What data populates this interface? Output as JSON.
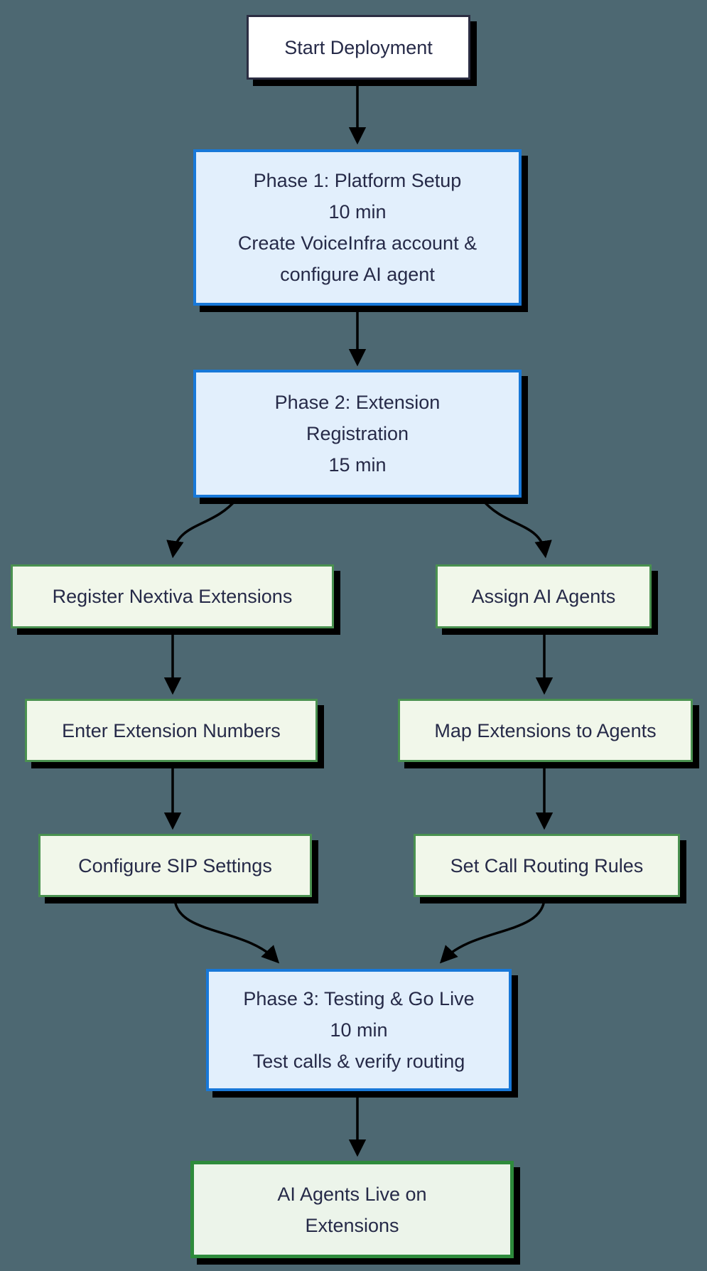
{
  "diagram": {
    "type": "flowchart",
    "direction": "top-down",
    "nodes": {
      "start": {
        "kind": "start",
        "label": "Start Deployment"
      },
      "phase1": {
        "kind": "phase",
        "lines": [
          "Phase 1: Platform Setup",
          "10 min",
          "Create VoiceInfra account &",
          "configure AI agent"
        ]
      },
      "phase2": {
        "kind": "phase",
        "lines": [
          "Phase 2: Extension",
          "Registration",
          "15 min"
        ]
      },
      "registerNextiva": {
        "kind": "task",
        "label": "Register Nextiva Extensions"
      },
      "assignAgents": {
        "kind": "task",
        "label": "Assign AI Agents"
      },
      "enterNumbers": {
        "kind": "task",
        "label": "Enter Extension Numbers"
      },
      "mapExtensions": {
        "kind": "task",
        "label": "Map Extensions to Agents"
      },
      "configureSip": {
        "kind": "task",
        "label": "Configure SIP Settings"
      },
      "setRouting": {
        "kind": "task",
        "label": "Set Call Routing Rules"
      },
      "phase3": {
        "kind": "phase",
        "lines": [
          "Phase 3: Testing & Go Live",
          "10 min",
          "Test calls & verify routing"
        ]
      },
      "live": {
        "kind": "result",
        "lines": [
          "AI Agents Live on",
          "Extensions"
        ]
      }
    },
    "edges": [
      {
        "from": "start",
        "to": "phase1"
      },
      {
        "from": "phase1",
        "to": "phase2"
      },
      {
        "from": "phase2",
        "to": "registerNextiva"
      },
      {
        "from": "phase2",
        "to": "assignAgents"
      },
      {
        "from": "registerNextiva",
        "to": "enterNumbers"
      },
      {
        "from": "assignAgents",
        "to": "mapExtensions"
      },
      {
        "from": "enterNumbers",
        "to": "configureSip"
      },
      {
        "from": "mapExtensions",
        "to": "setRouting"
      },
      {
        "from": "configureSip",
        "to": "phase3"
      },
      {
        "from": "setRouting",
        "to": "phase3"
      },
      {
        "from": "phase3",
        "to": "live"
      }
    ]
  },
  "colors": {
    "canvas-bg": "#4d6872",
    "text": "#262a48",
    "start-fill": "#ffffff",
    "start-border": "#2b2d42",
    "phase-fill": "#e2effc",
    "phase-border": "#1878d8",
    "task-fill": "#f1f7ea",
    "task-border": "#4a9150",
    "result-fill": "#ecf4ea",
    "result-border": "#2e8b3c",
    "edge": "#000000",
    "shadow": "#000000"
  }
}
